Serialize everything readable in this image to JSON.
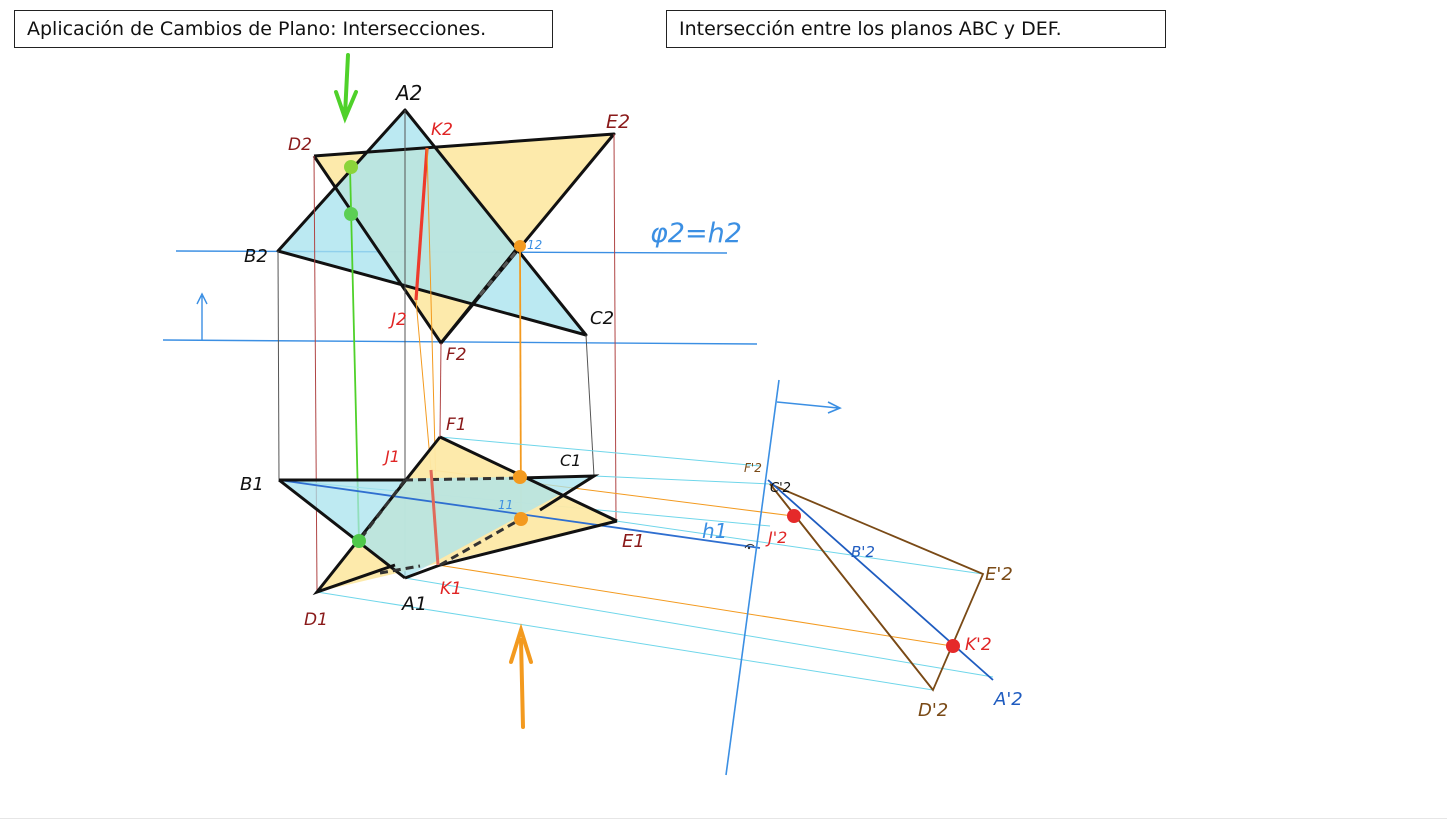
{
  "titles": {
    "left": "Aplicación de Cambios de Plano: Intersecciones.",
    "right": "Intersección entre los planos ABC y DEF."
  },
  "labels": {
    "A2": "A2",
    "B2": "B2",
    "C2": "C2",
    "D2": "D2",
    "E2": "E2",
    "F2": "F2",
    "K2": "K2",
    "J2": "J2",
    "one2": "12",
    "plane_trace": "φ2=h2",
    "A1": "A1",
    "B1": "B1",
    "C1": "C1",
    "D1": "D1",
    "E1": "E1",
    "F1": "F1",
    "J1": "J1",
    "K1": "K1",
    "one1": "11",
    "h1": "h1",
    "F2p": "F'2",
    "C2p": "C'2",
    "E2p": "E'2",
    "D2p": "D'2",
    "J2p": "J'2",
    "K2p": "K'2",
    "B2p": "B'2",
    "A2p": "A'2"
  },
  "colors": {
    "abc_fill": "#b3e9f1",
    "def_fill": "#fde9a6",
    "outline": "#111111",
    "intersection": "#ee3b2c",
    "construction_blue": "#3b8fe3",
    "green": "#4fd12a",
    "orange": "#f39a1f",
    "label_dark_red": "#8a1a1a",
    "label_red": "#e02525",
    "label_blue": "#3b8fe3",
    "label_brown": "#7a4a16",
    "projection_blue": "#1f5cc0"
  }
}
